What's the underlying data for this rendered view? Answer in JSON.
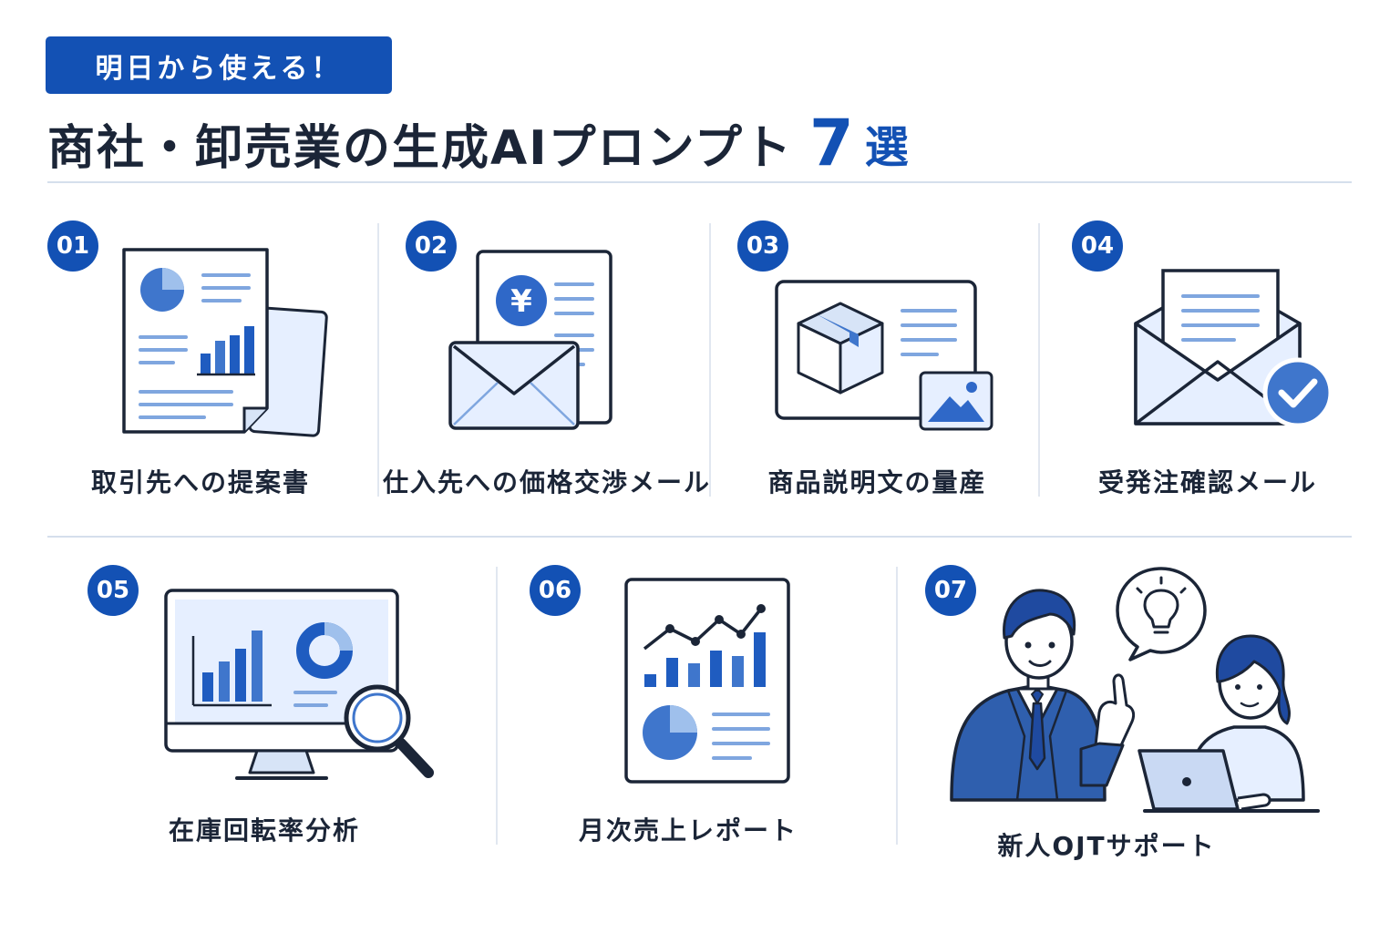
{
  "header": {
    "badge": "明日から使える！",
    "title_main": "商社・卸売業の生成AIプロンプト",
    "title_number": "7",
    "title_suffix": "選"
  },
  "colors": {
    "primary": "#1351b4",
    "text": "#1b2537",
    "light_fill": "#e6efff",
    "divider": "#d5dfec"
  },
  "items": [
    {
      "number": "01",
      "label": "取引先への提案書",
      "icon": "proposal-document-icon"
    },
    {
      "number": "02",
      "label": "仕入先への価格交渉メール",
      "icon": "yen-envelope-icon"
    },
    {
      "number": "03",
      "label": "商品説明文の量産",
      "icon": "product-listing-icon"
    },
    {
      "number": "04",
      "label": "受発注確認メール",
      "icon": "confirmed-mail-icon"
    },
    {
      "number": "05",
      "label": "在庫回転率分析",
      "icon": "monitor-analysis-icon"
    },
    {
      "number": "06",
      "label": "月次売上レポート",
      "icon": "sales-report-icon"
    },
    {
      "number": "07",
      "label": "新人OJTサポート",
      "icon": "ojt-mentoring-icon"
    }
  ]
}
